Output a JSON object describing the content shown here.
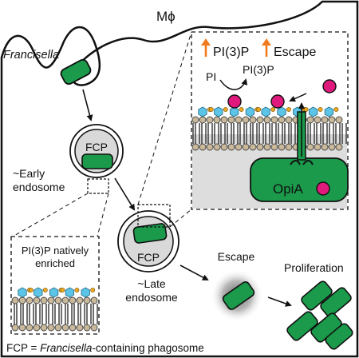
{
  "labels": {
    "macrophage": "Mϕ",
    "francisella": "Francisella",
    "fcp_early": "FCP",
    "early_line1": "~Early",
    "early_line2": "endosome",
    "fcp_late": "FCP",
    "late_line1": "~Late",
    "late_line2": "endosome",
    "escape": "Escape",
    "proliferation": "Proliferation",
    "natively_line1": "PI(3)P natively",
    "natively_line2": "enriched",
    "inset_pi3p": "PI(3)P",
    "inset_escape": "Escape",
    "reaction_substrate": "PI",
    "reaction_product": "PI(3)P",
    "opia": "OpiA"
  },
  "footnote": {
    "prefix": "FCP = ",
    "italic": "Francisella",
    "suffix": "-containing phagosome"
  },
  "colors": {
    "bacterium": "#1a9a4a",
    "lipid_head": "#c9b89a",
    "inositol": "#5cc4e6",
    "phosphate": "#f0a81e",
    "pi3p_marker": "#e0197d",
    "up_arrow": "#f07b1e",
    "phagosome_fill": "#d9d9d9",
    "lumen_gray": "#dddddd"
  }
}
